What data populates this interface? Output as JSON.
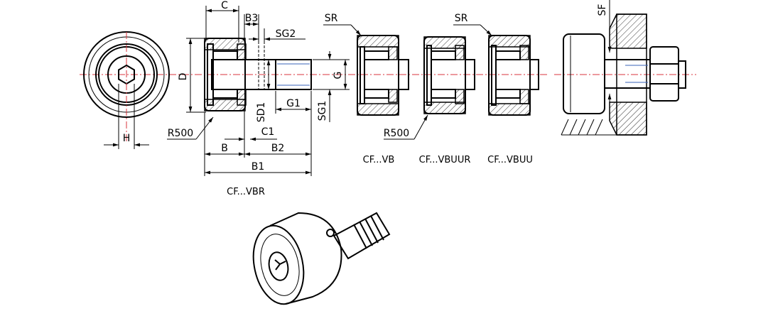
{
  "labels": {
    "dim_c": "C",
    "dim_b3": "B3",
    "dim_sg2": "SG2",
    "dim_d": "D",
    "dim_sd1": "SD1",
    "dim_g1": "G1",
    "dim_g": "G",
    "dim_sg1": "SG1",
    "dim_c1": "C1",
    "dim_b": "B",
    "dim_b2": "B2",
    "dim_b1": "B1",
    "dim_h": "H",
    "radius_left": "R500",
    "radius_mid": "R500",
    "sr_1": "SR",
    "sr_2": "SR",
    "sf": "SF"
  },
  "variants": {
    "vbr": "CF...VBR",
    "vb": "CF...VB",
    "vbuur": "CF...VBUUR",
    "vbuu": "CF...VBUU"
  },
  "colors": {
    "centerline": "#d9363e",
    "hidden_thread": "#3a63b8",
    "line": "#000000"
  }
}
